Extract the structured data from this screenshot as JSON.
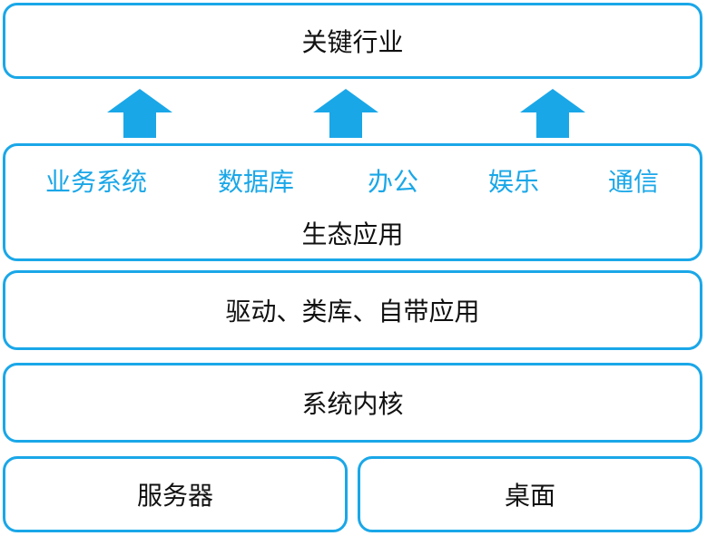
{
  "top_box": {
    "label": "关键行业"
  },
  "ecosystem": {
    "title": "生态应用",
    "items": [
      {
        "label": "业务系统"
      },
      {
        "label": "数据库"
      },
      {
        "label": "办公"
      },
      {
        "label": "娱乐"
      },
      {
        "label": "通信"
      }
    ]
  },
  "drivers_box": {
    "label": "驱动、类库、自带应用"
  },
  "kernel_box": {
    "label": "系统内核"
  },
  "bottom": {
    "server": {
      "label": "服务器"
    },
    "desktop": {
      "label": "桌面"
    }
  },
  "colors": {
    "accent": "#1aa7e8",
    "text": "#111111"
  }
}
